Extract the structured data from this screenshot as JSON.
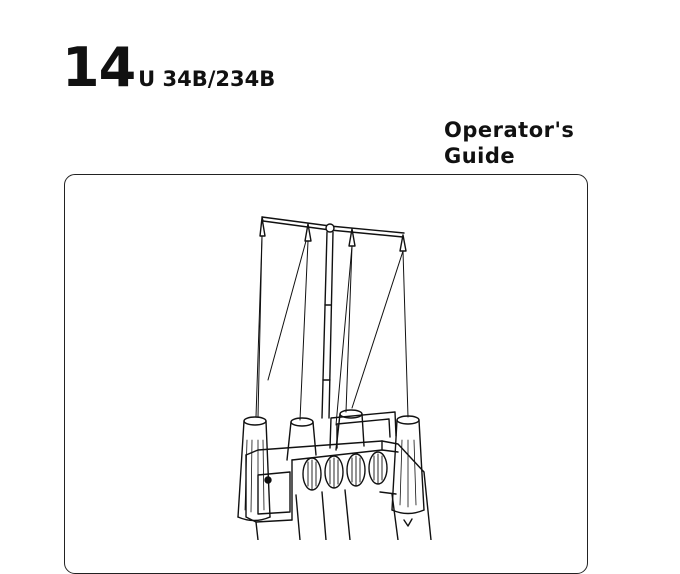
{
  "cover": {
    "model_number": "14",
    "model_codes": "U 34B/234B",
    "title_line1": "Operator's",
    "title_line2": "Guide"
  },
  "illustration": {
    "subject": "serger-machine-with-four-thread-cones",
    "line_color": "#111111"
  }
}
